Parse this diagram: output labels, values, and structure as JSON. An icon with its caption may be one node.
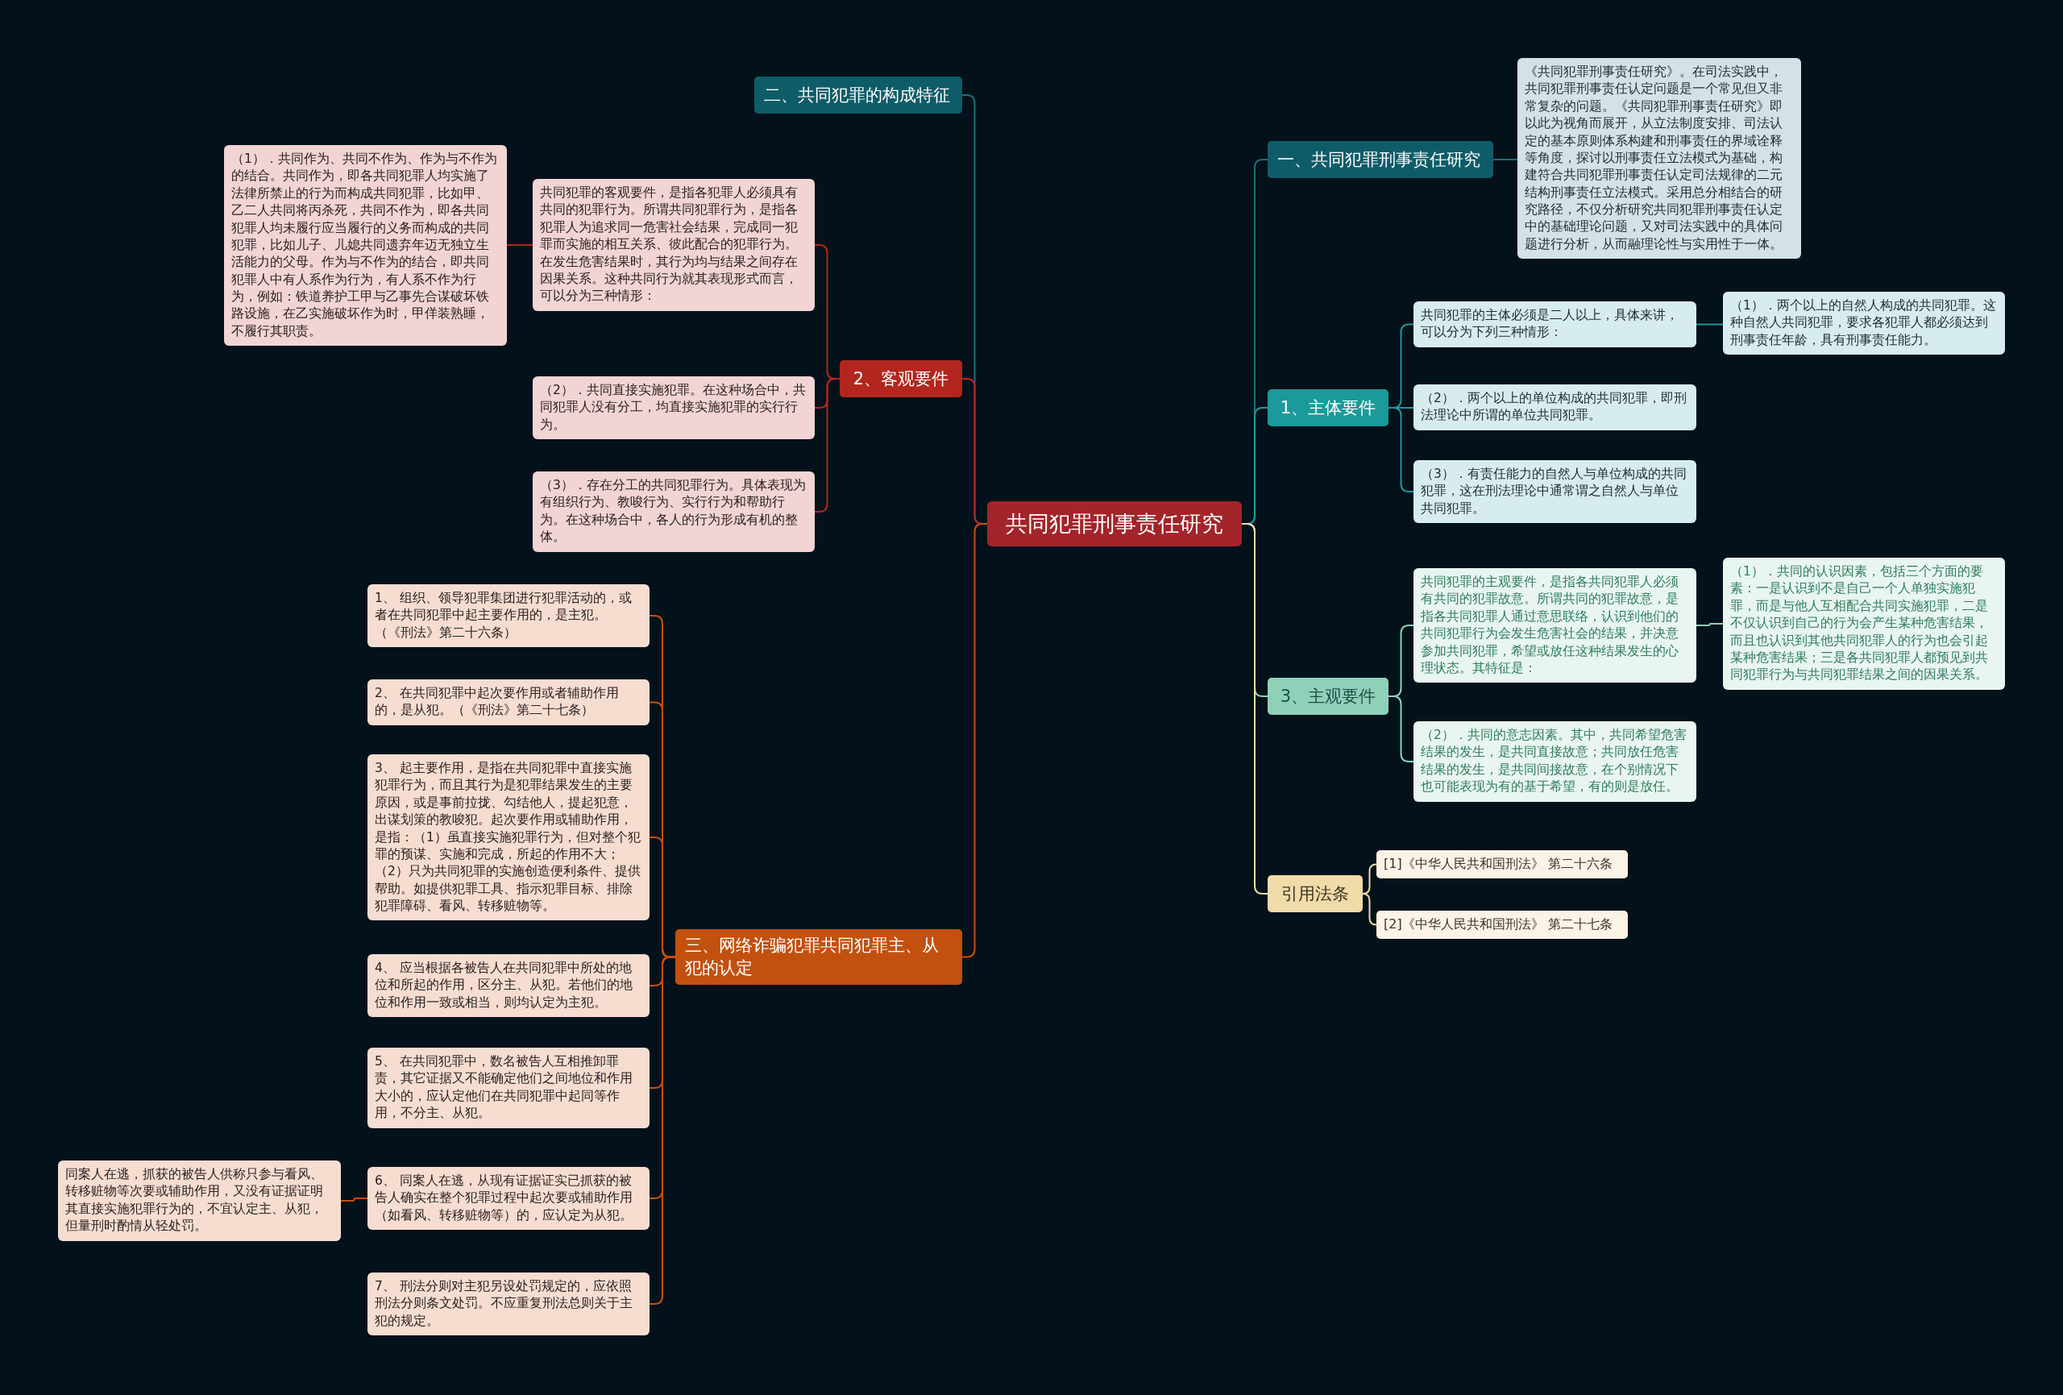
{
  "diagram": {
    "nodes": [
      {
        "text": [
          "共同犯罪刑事责任研究"
        ]
      },
      {
        "text": [
          "二、共同犯罪的构成特征"
        ]
      },
      {
        "text": [
          "2、客观要件"
        ]
      },
      {
        "text": [
          "共同犯罪的客观要件，是指各犯罪人必须具有共同的犯罪行为。所谓共同犯罪行为，是指各犯罪人为追求同一危害社会结果，完成同一犯罪而实施的相互关系、彼此配合的犯罪行为。在发生危害结果时，其行为均与结果之间存在因果关系。这种共同行为就其表现形式而言，可以分为三种情形："
        ]
      },
      {
        "text": [
          "（1）．共同作为、共同不作为、作为与不作为的结合。共同作为，即各共同犯罪人均实施了法律所禁止的行为而构成共同犯罪，比如甲、乙二人共同将丙杀死，共同不作为，即各共同犯罪人均未履行应当履行的义务而构成的共同犯罪，比如儿子、儿媳共同遗弃年迈无独立生活能力的父母。作为与不作为的结合，即共同犯罪人中有人系作为行为，有人系不作为行为，例如：铁道养护工甲与乙事先合谋破坏铁路设施，在乙实施破坏作为时，甲佯装熟睡，不履行其职责。"
        ]
      },
      {
        "text": [
          "（2）．共同直接实施犯罪。在这种场合中，共同犯罪人没有分工，均直接实施犯罪的实行行为。"
        ]
      },
      {
        "text": [
          "（3）．存在分工的共同犯罪行为。具体表现为有组织行为、教唆行为、实行行为和帮助行为。在这种场合中，各人的行为形成有机的整体。"
        ]
      },
      {
        "text": [
          "三、网络诈骗犯罪共同犯罪主、从犯的认定"
        ]
      },
      {
        "text": [
          "1、 组织、领导犯罪集团进行犯罪活动的，或者在共同犯罪中起主要作用的，是主犯。（《刑法》第二十六条）"
        ]
      },
      {
        "text": [
          "2、 在共同犯罪中起次要作用或者辅助作用的，是从犯。（《刑法》第二十七条）"
        ]
      },
      {
        "text": [
          "3、 起主要作用，是指在共同犯罪中直接实施犯罪行为，而且其行为是犯罪结果发生的主要原因，或是事前拉拢、勾结他人，提起犯意，出谋划策的教唆犯。起次要作用或辅助作用，是指：（1）虽直接实施犯罪行为，但对整个犯罪的预谋、实施和完成，所起的作用不大；（2）只为共同犯罪的实施创造便利条件、提供帮助。如提供犯罪工具、指示犯罪目标、排除犯罪障碍、看风、转移赃物等。"
        ]
      },
      {
        "text": [
          "4、 应当根据各被告人在共同犯罪中所处的地位和所起的作用，区分主、从犯。若他们的地位和作用一致或相当，则均认定为主犯。"
        ]
      },
      {
        "text": [
          "5、 在共同犯罪中，数名被告人互相推卸罪责，其它证据又不能确定他们之间地位和作用大小的，应认定他们在共同犯罪中起同等作用，不分主、从犯。"
        ]
      },
      {
        "text": [
          "6、 同案人在逃，从现有证据证实已抓获的被告人确实在整个犯罪过程中起次要或辅助作用（如看风、转移赃物等）的，应认定为从犯。"
        ]
      },
      {
        "text": [
          "7、 刑法分则对主犯另设处罚规定的，应依照刑法分则条文处罚。不应重复刑法总则关于主犯的规定。"
        ]
      },
      {
        "text": [
          "同案人在逃，抓获的被告人供称只参与看风、转移赃物等次要或辅助作用，又没有证据证明其直接实施犯罪行为的，不宜认定主、从犯，但量刑时酌情从轻处罚。"
        ]
      },
      {
        "text": [
          "一、共同犯罪刑事责任研究"
        ]
      },
      {
        "text": [
          "《共同犯罪刑事责任研究》。在司法实践中，共同犯罪刑事责任认定问题是一个常见但又非常复杂的问题。《共同犯罪刑事责任研究》即以此为视角而展开，从立法制度安排、司法认定的基本原则体系构建和刑事责任的界域诠释等角度，探讨以刑事责任立法模式为基础，构建符合共同犯罪刑事责任认定司法规律的二元结构刑事责任立法模式。采用总分相结合的研究路径，不仅分析研究共同犯罪刑事责任认定中的基础理论问题，又对司法实践中的具体问题进行分析，从而融理论性与实用性于一体。"
        ]
      },
      {
        "text": [
          "1、主体要件"
        ]
      },
      {
        "text": [
          "共同犯罪的主体必须是二人以上，具体来讲，可以分为下列三种情形："
        ]
      },
      {
        "text": [
          "（1）．两个以上的自然人构成的共同犯罪。这种自然人共同犯罪，要求各犯罪人都必须达到刑事责任年龄，具有刑事责任能力。"
        ]
      },
      {
        "text": [
          "（2）．两个以上的单位构成的共同犯罪，即刑法理论中所谓的单位共同犯罪。"
        ]
      },
      {
        "text": [
          "（3）．有责任能力的自然人与单位构成的共同犯罪，这在刑法理论中通常谓之自然人与单位共同犯罪。"
        ]
      },
      {
        "text": [
          "3、主观要件"
        ]
      },
      {
        "text": [
          "共同犯罪的主观要件，是指各共同犯罪人必须有共同的犯罪故意。所谓共同的犯罪故意，是指各共同犯罪人通过意思联络，认识到他们的共同犯罪行为会发生危害社会的结果，并决意参加共同犯罪，希望或放任这种结果发生的心理状态。其特征是："
        ]
      },
      {
        "text": [
          "（1）．共同的认识因素，包括三个方面的要素：一是认识到不是自己一个人单独实施犯罪，而是与他人互相配合共同实施犯罪，二是不仅认识到自己的行为会产生某种危害结果，而且也认识到其他共同犯罪人的行为也会引起某种危害结果；三是各共同犯罪人都预见到共同犯罪行为与共同犯罪结果之间的因果关系。"
        ]
      },
      {
        "text": [
          "（2）．共同的意志因素。其中，共同希望危害结果的发生，是共同直接故意；共同放任危害结果的发生，是共同间接故意，在个别情况下也可能表现为有的基于希望，有的则是放任。"
        ]
      },
      {
        "text": [
          "引用法条"
        ]
      },
      {
        "text": [
          "[1]《中华人民共和国刑法》 第二十六条"
        ]
      },
      {
        "text": [
          "[2]《中华人民共和国刑法》 第二十七条"
        ]
      }
    ],
    "edges": [
      {
        "from": 0,
        "to": 1,
        "arrow": "none",
        "color": "#1b6f7c"
      },
      {
        "from": 0,
        "to": 2,
        "arrow": "none",
        "color": "#b3261e"
      },
      {
        "from": 2,
        "to": 3,
        "arrow": "none",
        "color": "#b3261e"
      },
      {
        "from": 3,
        "to": 4,
        "arrow": "none",
        "color": "#b3261e"
      },
      {
        "from": 2,
        "to": 5,
        "arrow": "none",
        "color": "#b3261e"
      },
      {
        "from": 2,
        "to": 6,
        "arrow": "none",
        "color": "#b3261e"
      },
      {
        "from": 0,
        "to": 7,
        "arrow": "none",
        "color": "#c2510f"
      },
      {
        "from": 7,
        "to": 8,
        "arrow": "none",
        "color": "#c2510f"
      },
      {
        "from": 7,
        "to": 9,
        "arrow": "none",
        "color": "#c2510f"
      },
      {
        "from": 7,
        "to": 10,
        "arrow": "none",
        "color": "#c2510f"
      },
      {
        "from": 7,
        "to": 11,
        "arrow": "none",
        "color": "#c2510f"
      },
      {
        "from": 7,
        "to": 12,
        "arrow": "none",
        "color": "#c2510f"
      },
      {
        "from": 7,
        "to": 13,
        "arrow": "none",
        "color": "#c2510f"
      },
      {
        "from": 13,
        "to": 15,
        "arrow": "none",
        "color": "#c2510f"
      },
      {
        "from": 7,
        "to": 14,
        "arrow": "none",
        "color": "#c2510f"
      },
      {
        "from": 0,
        "to": 16,
        "arrow": "none",
        "color": "#1b6f7c"
      },
      {
        "from": 16,
        "to": 17,
        "arrow": "none",
        "color": "#1b6f7c"
      },
      {
        "from": 0,
        "to": 18,
        "arrow": "none",
        "color": "#1a9a9a"
      },
      {
        "from": 18,
        "to": 19,
        "arrow": "none",
        "color": "#1a9a9a"
      },
      {
        "from": 19,
        "to": 20,
        "arrow": "none",
        "color": "#1a9a9a"
      },
      {
        "from": 18,
        "to": 21,
        "arrow": "none",
        "color": "#1a9a9a"
      },
      {
        "from": 18,
        "to": 22,
        "arrow": "none",
        "color": "#1a9a9a"
      },
      {
        "from": 0,
        "to": 23,
        "arrow": "none",
        "color": "#8fd1b8"
      },
      {
        "from": 23,
        "to": 24,
        "arrow": "none",
        "color": "#8fd1b8"
      },
      {
        "from": 24,
        "to": 25,
        "arrow": "none",
        "color": "#8fd1b8"
      },
      {
        "from": 23,
        "to": 26,
        "arrow": "none",
        "color": "#8fd1b8"
      },
      {
        "from": 0,
        "to": 27,
        "arrow": "none",
        "color": "#f0dca8"
      },
      {
        "from": 27,
        "to": 28,
        "arrow": "none",
        "color": "#f0dca8"
      },
      {
        "from": 27,
        "to": 29,
        "arrow": "none",
        "color": "#f0dca8"
      }
    ]
  }
}
